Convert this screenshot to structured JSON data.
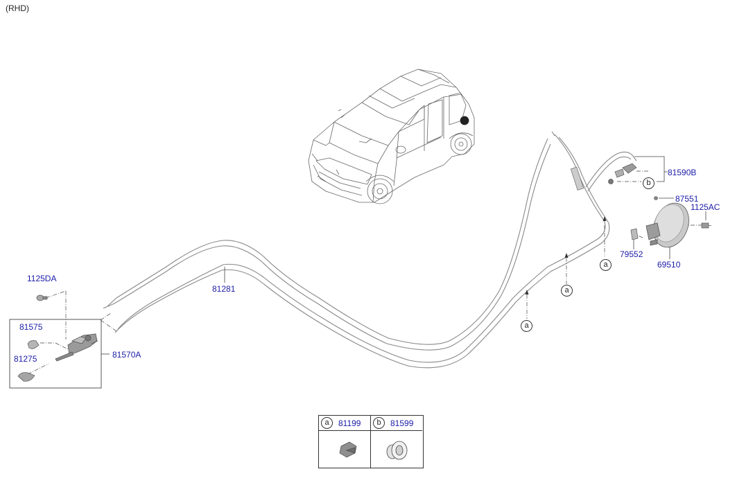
{
  "variant_label": "(RHD)",
  "callouts": {
    "part_81590B": "81590B",
    "part_87551": "87551",
    "part_1125AC": "1125AC",
    "part_79552": "79552",
    "part_69510": "69510",
    "part_81281": "81281",
    "part_1125DA": "1125DA",
    "part_81575": "81575",
    "part_81275": "81275",
    "part_81570A": "81570A"
  },
  "markers": {
    "a": "a",
    "b": "b"
  },
  "legend": {
    "a": {
      "letter": "a",
      "part": "81199"
    },
    "b": {
      "letter": "b",
      "part": "81599"
    }
  },
  "colors": {
    "label": "#1a1aa8",
    "line": "#555555",
    "cable": "#8a8a8a"
  }
}
